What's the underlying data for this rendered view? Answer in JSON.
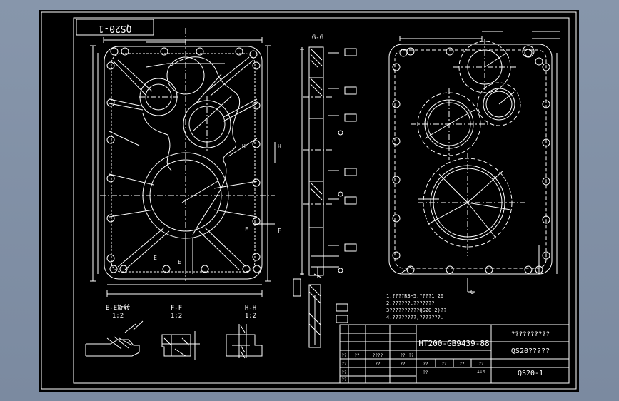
{
  "drawing": {
    "code_box": "QS20-1",
    "section_gg": "G-G",
    "view_e_label": "E-E旋转",
    "view_f_label": "F-F",
    "view_h_label": "H-H",
    "scale_e": "1:2",
    "scale_f": "1:2",
    "scale_h": "1:2",
    "marks": {
      "h": "H",
      "f": "F",
      "e": "E",
      "g": "G"
    }
  },
  "notes": {
    "items": [
      "1.????R3~5,????1:20",
      "2.??????,???????,",
      "3??????????QS20-2)??",
      "4.????????,???????."
    ]
  },
  "title_block": {
    "material": "HT200-GB9439-88",
    "top_right": "??????????",
    "name": "QS20?????",
    "code": "QS20-1",
    "scale": "1:4",
    "row_a": [
      "??",
      "??",
      "????",
      "??",
      "??"
    ],
    "row_b": [
      "??",
      "??",
      "??"
    ],
    "row_c": [
      "??",
      "??",
      "??",
      "??",
      "??"
    ],
    "row_d": [
      "??",
      "??"
    ]
  },
  "colors": {
    "background": "#7b8aa0",
    "paper": "#000000",
    "lines": "#ffffff"
  }
}
